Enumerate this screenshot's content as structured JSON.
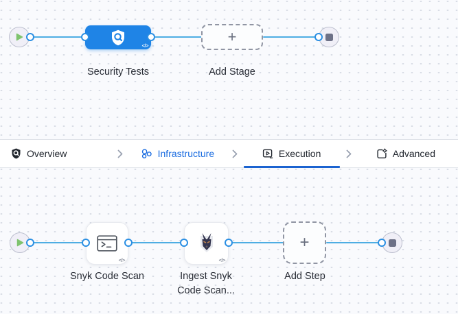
{
  "stage_canvas": {
    "stage": {
      "label": "Security Tests",
      "code_badge": "</>",
      "icon": "shield-scan-icon",
      "color": "#1f84e6"
    },
    "add_stage": {
      "label": "Add Stage",
      "plus": "+"
    }
  },
  "tab_bar": {
    "tabs": [
      {
        "label": "Overview",
        "icon": "shield-scan-icon",
        "active": false
      },
      {
        "label": "Infrastructure",
        "icon": "infrastructure-icon",
        "active": false,
        "color": "#1a6ce0"
      },
      {
        "label": "Execution",
        "icon": "execution-play-icon",
        "active": true,
        "underline_color": "#1b63d0"
      },
      {
        "label": "Advanced",
        "icon": "advanced-gear-icon",
        "active": false
      }
    ]
  },
  "step_canvas": {
    "steps": [
      {
        "label": "Snyk Code Scan",
        "icon": "terminal-icon",
        "code_badge": "</>"
      },
      {
        "label_line1": "Ingest Snyk",
        "label_line2": "Code Scan...",
        "icon": "snyk-dog-icon",
        "code_badge": "</>"
      }
    ],
    "add_step": {
      "label": "Add Step",
      "plus": "+"
    }
  },
  "colors": {
    "canvas_background": "#f9fafd",
    "grid_dot": "#d9dde6",
    "connector_line": "#4dade3",
    "port_ring": "#2b8fe3",
    "stage_node_blue": "#1f84e6",
    "active_tab_blue": "#1b63d0",
    "infrastructure_blue": "#1a6ce0",
    "play_green": "#7fc36e",
    "stop_gray": "#6d7187"
  }
}
